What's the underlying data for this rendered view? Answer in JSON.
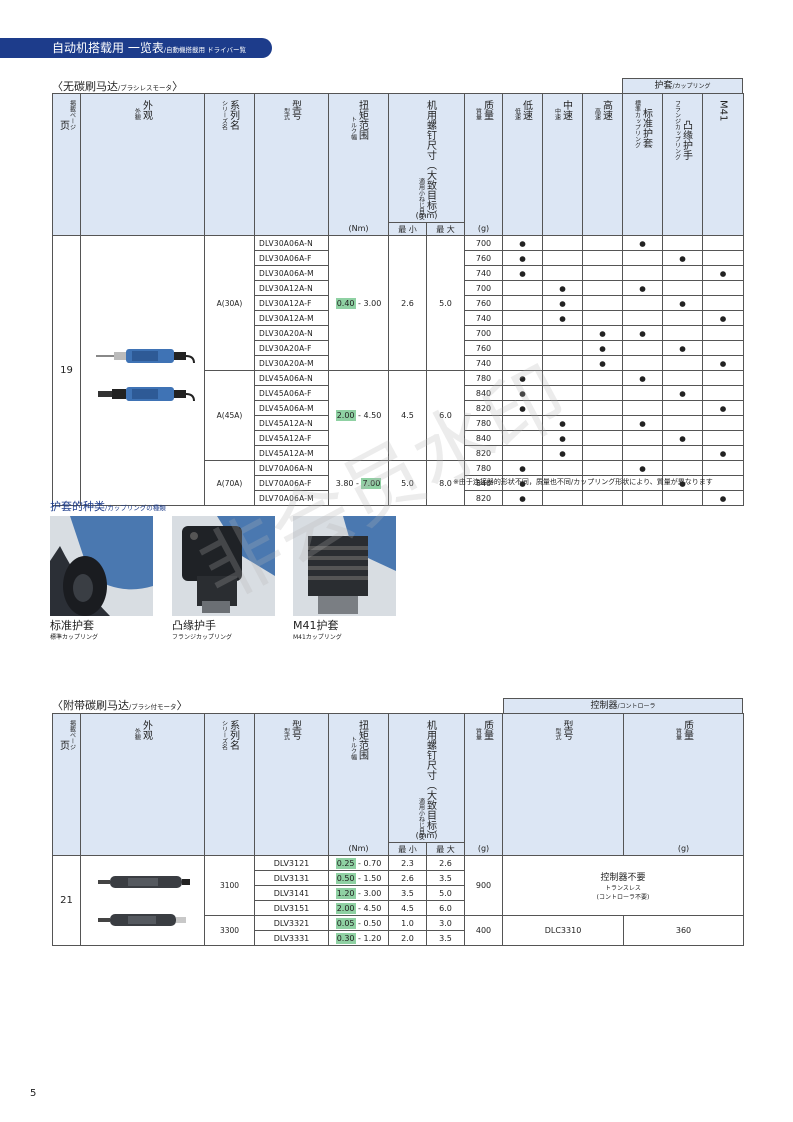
{
  "banner": {
    "title": "自动机搭载用 一览表",
    "subtitle": "/自動機搭載用 ドライバー覧"
  },
  "section1": {
    "title": "〈无碳刷马达",
    "title_small": "/ブラシレスモータ",
    "title_end": "〉",
    "coupling_header": "护套",
    "coupling_header_small": "/カップリング",
    "headers": {
      "page": "页",
      "page_small": "掲載ページ",
      "appearance": "外观",
      "appearance_small": "外観",
      "series": "系列名",
      "series_small": "シリーズ名",
      "model": "型号",
      "model_small": "型式",
      "torque": "扭矩范围",
      "torque_small": "トルク幅",
      "screw": "机用螺钉尺寸（大致目标）",
      "screw_small": "適用小ねじ目安",
      "weight": "质量",
      "weight_small": "質量",
      "low": "低速",
      "low_small": "低速",
      "mid": "中速",
      "mid_small": "中速",
      "high": "高速",
      "high_small": "高速",
      "std": "标准护套",
      "std_small": "標準カップリング",
      "flange": "凸缘护手",
      "flange_small": "フランジカップリング",
      "m41": "M41",
      "nm": "(Nm)",
      "mm": "(mm)",
      "min": "最 小",
      "max": "最 大",
      "g": "(g)"
    },
    "page_no": "19",
    "rows": [
      {
        "model": "DLV30A06A-N",
        "w": "700",
        "low": "●",
        "mid": "",
        "high": "",
        "std": "●",
        "flange": "",
        "m41": ""
      },
      {
        "model": "DLV30A06A-F",
        "w": "760",
        "low": "●",
        "mid": "",
        "high": "",
        "std": "",
        "flange": "●",
        "m41": ""
      },
      {
        "model": "DLV30A06A-M",
        "w": "740",
        "low": "●",
        "mid": "",
        "high": "",
        "std": "",
        "flange": "",
        "m41": "●"
      },
      {
        "model": "DLV30A12A-N",
        "w": "700",
        "low": "",
        "mid": "●",
        "high": "",
        "std": "●",
        "flange": "",
        "m41": ""
      },
      {
        "model": "DLV30A12A-F",
        "w": "760",
        "low": "",
        "mid": "●",
        "high": "",
        "std": "",
        "flange": "●",
        "m41": ""
      },
      {
        "model": "DLV30A12A-M",
        "w": "740",
        "low": "",
        "mid": "●",
        "high": "",
        "std": "",
        "flange": "",
        "m41": "●"
      },
      {
        "model": "DLV30A20A-N",
        "w": "700",
        "low": "",
        "mid": "",
        "high": "●",
        "std": "●",
        "flange": "",
        "m41": ""
      },
      {
        "model": "DLV30A20A-F",
        "w": "760",
        "low": "",
        "mid": "",
        "high": "●",
        "std": "",
        "flange": "●",
        "m41": ""
      },
      {
        "model": "DLV30A20A-M",
        "w": "740",
        "low": "",
        "mid": "",
        "high": "●",
        "std": "",
        "flange": "",
        "m41": "●"
      },
      {
        "model": "DLV45A06A-N",
        "w": "780",
        "low": "●",
        "mid": "",
        "high": "",
        "std": "●",
        "flange": "",
        "m41": ""
      },
      {
        "model": "DLV45A06A-F",
        "w": "840",
        "low": "●",
        "mid": "",
        "high": "",
        "std": "",
        "flange": "●",
        "m41": ""
      },
      {
        "model": "DLV45A06A-M",
        "w": "820",
        "low": "●",
        "mid": "",
        "high": "",
        "std": "",
        "flange": "",
        "m41": "●"
      },
      {
        "model": "DLV45A12A-N",
        "w": "780",
        "low": "",
        "mid": "●",
        "high": "",
        "std": "●",
        "flange": "",
        "m41": ""
      },
      {
        "model": "DLV45A12A-F",
        "w": "840",
        "low": "",
        "mid": "●",
        "high": "",
        "std": "",
        "flange": "●",
        "m41": ""
      },
      {
        "model": "DLV45A12A-M",
        "w": "820",
        "low": "",
        "mid": "●",
        "high": "",
        "std": "",
        "flange": "",
        "m41": "●"
      },
      {
        "model": "DLV70A06A-N",
        "w": "780",
        "low": "●",
        "mid": "",
        "high": "",
        "std": "●",
        "flange": "",
        "m41": ""
      },
      {
        "model": "DLV70A06A-F",
        "w": "840",
        "low": "●",
        "mid": "",
        "high": "",
        "std": "",
        "flange": "●",
        "m41": ""
      },
      {
        "model": "DLV70A06A-M",
        "w": "820",
        "low": "●",
        "mid": "",
        "high": "",
        "std": "",
        "flange": "",
        "m41": "●"
      }
    ],
    "groups": [
      {
        "series": "A(30A)",
        "torque_a": "0.40",
        "torque_sep": " - ",
        "torque_b": "3.00",
        "min": "2.6",
        "max": "5.0"
      },
      {
        "series": "A(45A)",
        "torque_a": "2.00",
        "torque_sep": " - ",
        "torque_b": "4.50",
        "min": "4.5",
        "max": "6.0"
      },
      {
        "series": "A(70A)",
        "torque_a": "3.80",
        "torque_sep": " - ",
        "torque_b": "7.00",
        "min": "5.0",
        "max": "8.0"
      }
    ],
    "note": "※由于连接器的形状不同，质量也不同/カップリング形状により、質量が異なります"
  },
  "couplings": {
    "title": "护套的种类",
    "title_small": "/カップリングの種類",
    "items": [
      {
        "label": "标准护套",
        "sub": "標準カップリング"
      },
      {
        "label": "凸缘护手",
        "sub": "フランジカップリング"
      },
      {
        "label": "M41护套",
        "sub": "M41カップリング"
      }
    ]
  },
  "section2": {
    "title": "〈附带碳刷马达",
    "title_small": "/ブラシ付モータ",
    "title_end": "〉",
    "ctrl_header": "控制器",
    "ctrl_header_small": "/コントローラ",
    "ctrl_model": "型号",
    "ctrl_model_small": "型式",
    "ctrl_weight": "质量",
    "ctrl_weight_small": "質量",
    "page_no": "21",
    "rows": [
      {
        "model": "DLV3121",
        "ta": "0.25",
        "tb": " - 0.70",
        "min": "2.3",
        "max": "2.6"
      },
      {
        "model": "DLV3131",
        "ta": "0.50",
        "tb": " - 1.50",
        "min": "2.6",
        "max": "3.5"
      },
      {
        "model": "DLV3141",
        "ta": "1.20",
        "tb": " - 3.00",
        "min": "3.5",
        "max": "5.0"
      },
      {
        "model": "DLV3151",
        "ta": "2.00",
        "tb": " - 4.50",
        "min": "4.5",
        "max": "6.0"
      },
      {
        "model": "DLV3321",
        "ta": "0.05",
        "tb": " - 0.50",
        "min": "1.0",
        "max": "3.0"
      },
      {
        "model": "DLV3331",
        "ta": "0.30",
        "tb": " - 1.20",
        "min": "2.0",
        "max": "3.5"
      }
    ],
    "series_3100": "3100",
    "weight_3100": "900",
    "series_3300": "3300",
    "weight_3300": "400",
    "ctrl_none": "控制器不要",
    "ctrl_none_small1": "トランスレス",
    "ctrl_none_small2": "(コントローラ不要)",
    "ctrl_3300_model": "DLC3310",
    "ctrl_3300_weight": "360"
  },
  "watermark": "非会员水印",
  "page_number": "5"
}
